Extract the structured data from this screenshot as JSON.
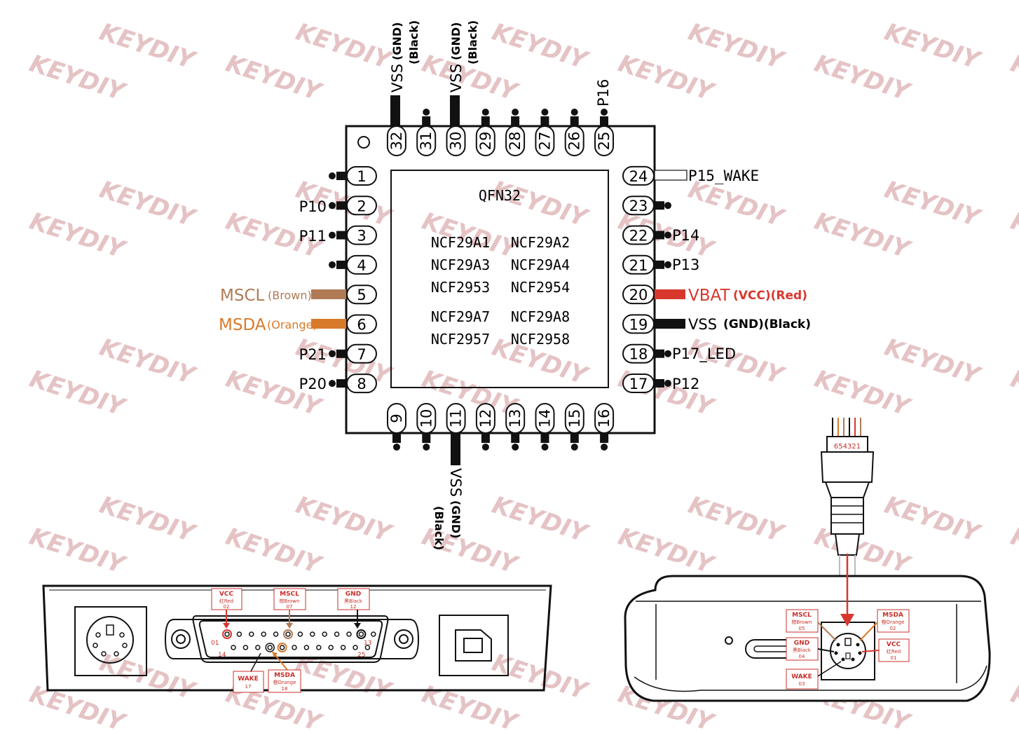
{
  "watermark": "KEYDIY",
  "chip": {
    "package": "QFN32",
    "models": [
      [
        "NCF29A1",
        "NCF29A2"
      ],
      [
        "NCF29A3",
        "NCF29A4"
      ],
      [
        "NCF2953",
        "NCF2954"
      ],
      [
        "NCF29A7",
        "NCF29A8"
      ],
      [
        "NCF2957",
        "NCF2958"
      ]
    ],
    "pins": [
      "1",
      "2",
      "3",
      "4",
      "5",
      "6",
      "7",
      "8",
      "9",
      "10",
      "11",
      "12",
      "13",
      "14",
      "15",
      "16",
      "17",
      "18",
      "19",
      "20",
      "21",
      "22",
      "23",
      "24",
      "25",
      "26",
      "27",
      "28",
      "29",
      "30",
      "31",
      "32"
    ]
  },
  "labels": {
    "p10": "P10",
    "p11": "P11",
    "p21": "P21",
    "p20": "P20",
    "mscl": "MSCL",
    "mscl_color": "(Brown)",
    "msda": "MSDA",
    "msda_color": "(Orange)",
    "p15_wake": "P15_WAKE",
    "p14": "P14",
    "p13": "P13",
    "vbat": "VBAT",
    "vbat_detail": "(VCC)(Red)",
    "vss": "VSS",
    "vss_detail": "(GND)(Black)",
    "p17_led": "P17_LED",
    "p12": "P12",
    "p16": "P16",
    "vss_top": "VSS",
    "gnd": "(GND)",
    "black": "(Black)"
  },
  "db25": {
    "callouts": {
      "vcc": {
        "name": "VCC",
        "cn": "红Red",
        "num": "02"
      },
      "mscl": {
        "name": "MSCL",
        "cn": "棕Brown",
        "num": "07"
      },
      "gnd": {
        "name": "GND",
        "cn": "黑Black",
        "num": "12"
      },
      "wake": {
        "name": "WAKE",
        "num": "17"
      },
      "msda": {
        "name": "MSDA",
        "cn": "橙Orange",
        "num": "18"
      }
    },
    "pin_labels": {
      "p01": "01",
      "p13": "13",
      "p14": "14",
      "p25": "25"
    }
  },
  "device": {
    "cable_pins": "654321",
    "callouts": {
      "mscl": {
        "name": "MSCL",
        "cn": "棕Brown",
        "num": "05"
      },
      "gnd": {
        "name": "GND",
        "cn": "黑Black",
        "num": "04"
      },
      "wake": {
        "name": "WAKE",
        "num": "03"
      },
      "msda": {
        "name": "MSDA",
        "cn": "橙Orange",
        "num": "02"
      },
      "vcc": {
        "name": "VCC",
        "cn": "红Red",
        "num": "01"
      }
    }
  },
  "colors": {
    "black": "#111111",
    "brown": "#b07a55",
    "orange": "#d97a2b",
    "red": "#d8372d",
    "callout_red": "#c8302a",
    "watermark": "#e5c3c5"
  }
}
